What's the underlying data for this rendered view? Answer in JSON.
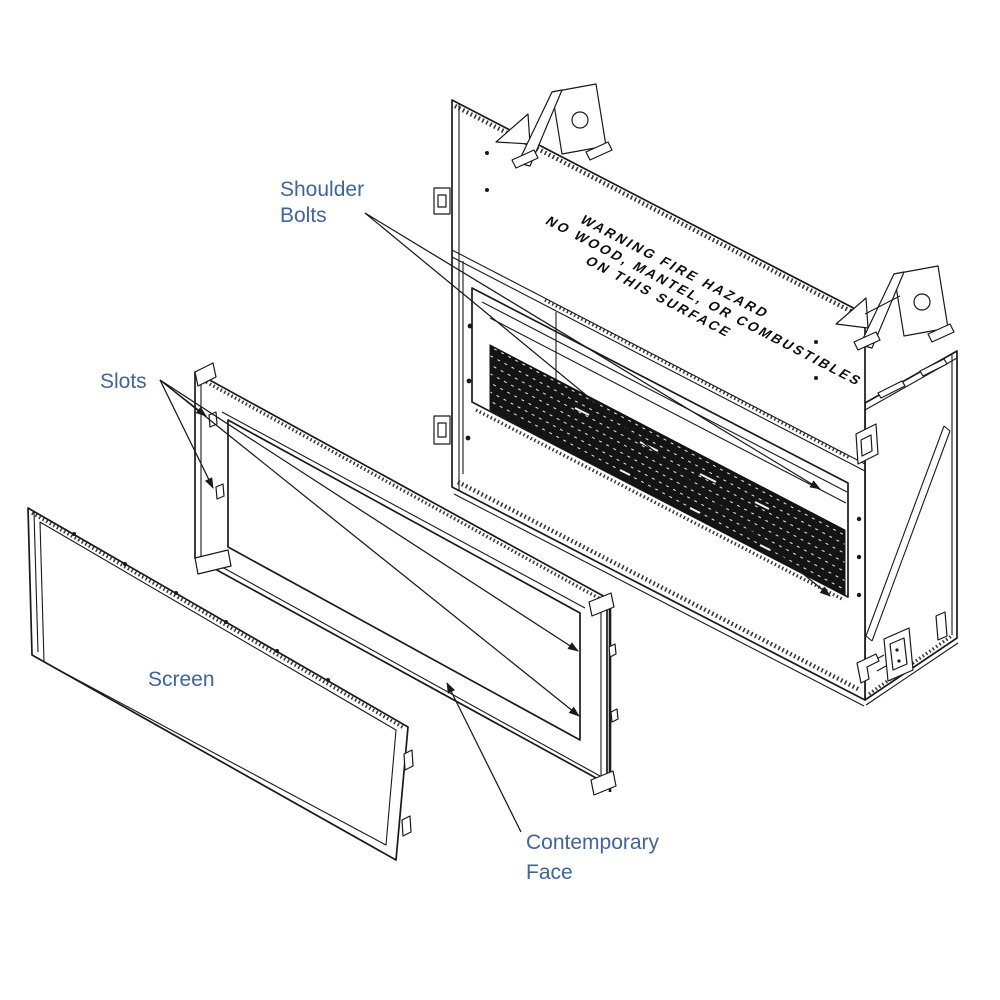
{
  "page": {
    "background": "#ffffff"
  },
  "colors": {
    "line_art": "#1a1a1a",
    "callout_label": "#40659a",
    "firebox_trough": "#141414"
  },
  "diagram": {
    "type": "exploded-assembly-drawing",
    "callouts": {
      "shoulder_bolts": {
        "line1": "Shoulder",
        "line2": "Bolts"
      },
      "slots": {
        "label": "Slots"
      },
      "screen": {
        "label": "Screen"
      },
      "contemporary_face": {
        "line1": "Contemporary",
        "line2": "Face"
      }
    },
    "warning_label": {
      "line1": "WARNING FIRE HAZARD",
      "line2": "NO WOOD, MANTEL, OR COMBUSTIBLES",
      "line3": "ON THIS SURFACE"
    }
  }
}
